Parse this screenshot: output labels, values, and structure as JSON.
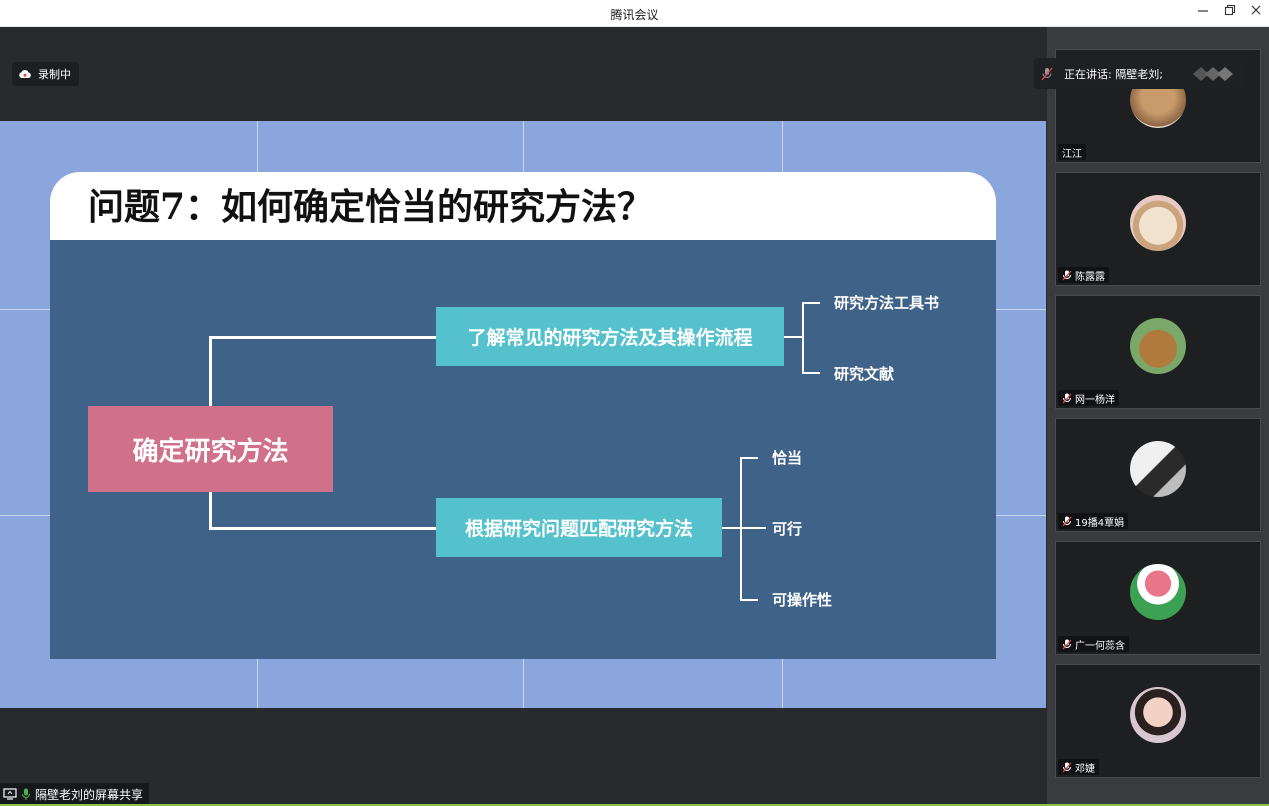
{
  "window": {
    "title": "腾讯会议"
  },
  "recording": {
    "label": "录制中"
  },
  "speaking": {
    "label": "正在讲话: 隔壁老刘;"
  },
  "slide": {
    "title": "问题7：如何确定恰当的研究方法？",
    "main_box": "确定研究方法",
    "branch_top": "了解常见的研究方法及其操作流程",
    "branch_top_leaves": [
      "研究方法工具书",
      "研究文献"
    ],
    "branch_bottom": "根据研究问题匹配研究方法",
    "branch_bottom_leaves": [
      "恰当",
      "可行",
      "可操作性"
    ]
  },
  "participants": [
    {
      "name": "江江",
      "muted": false
    },
    {
      "name": "陈露露",
      "muted": true
    },
    {
      "name": "网一杨洋",
      "muted": true
    },
    {
      "name": "19播4覃娟",
      "muted": true
    },
    {
      "name": "广一何蕊含",
      "muted": true
    },
    {
      "name": "邓婕",
      "muted": true
    }
  ],
  "screen_share": {
    "label": "隔壁老刘的屏幕共享"
  },
  "colors": {
    "slide_bg": "#8aa6dc",
    "slide_body": "#3f6388",
    "main_box": "#d1708a",
    "sub_box": "#55c1cc"
  }
}
